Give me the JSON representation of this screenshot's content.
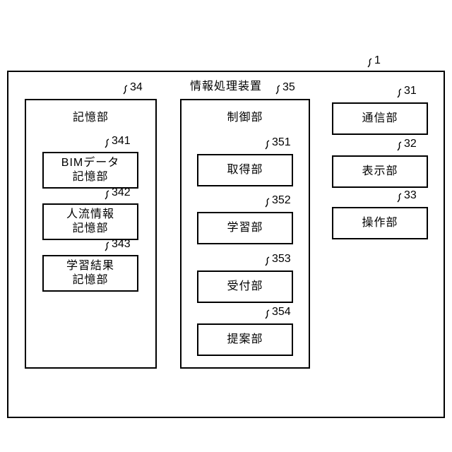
{
  "diagram": {
    "device": {
      "title": "情報処理装置",
      "ref": "1"
    },
    "storage": {
      "label": "記憶部",
      "ref": "34",
      "items": [
        {
          "label": "BIMデータ\n記憶部",
          "ref": "341"
        },
        {
          "label": "人流情報\n記憶部",
          "ref": "342"
        },
        {
          "label": "学習結果\n記憶部",
          "ref": "343"
        }
      ]
    },
    "control": {
      "label": "制御部",
      "ref": "35",
      "items": [
        {
          "label": "取得部",
          "ref": "351"
        },
        {
          "label": "学習部",
          "ref": "352"
        },
        {
          "label": "受付部",
          "ref": "353"
        },
        {
          "label": "提案部",
          "ref": "354"
        }
      ]
    },
    "peripherals": [
      {
        "label": "通信部",
        "ref": "31"
      },
      {
        "label": "表示部",
        "ref": "32"
      },
      {
        "label": "操作部",
        "ref": "33"
      }
    ]
  }
}
